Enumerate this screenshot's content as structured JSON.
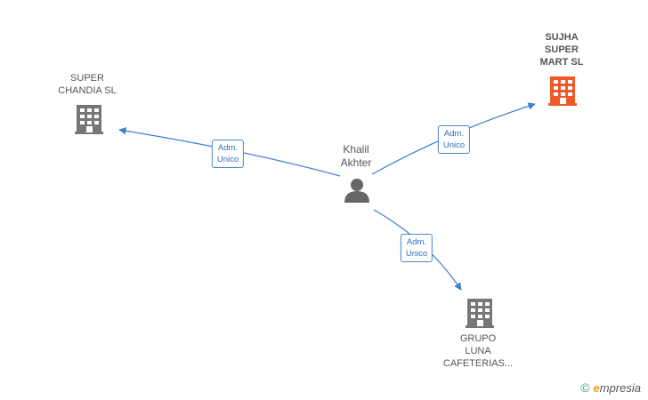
{
  "nodes": {
    "center": {
      "label": "Khalil\nAkhter"
    },
    "super_chandia": {
      "label": "SUPER\nCHANDIA  SL"
    },
    "sujha": {
      "label": "SUJHA\nSUPER\nMART  SL"
    },
    "grupo_luna": {
      "label": "GRUPO\nLUNA\nCAFETERIAS..."
    }
  },
  "edges": {
    "to_super_chandia": {
      "label": "Adm.\nUnico"
    },
    "to_sujha": {
      "label": "Adm.\nUnico"
    },
    "to_grupo_luna": {
      "label": "Adm.\nUnico"
    }
  },
  "colors": {
    "edge": "#3d7fd0",
    "company": "#777777",
    "highlight_company": "#f05a28",
    "person": "#666666"
  },
  "footer": {
    "copyright": "©",
    "brand_initial": "e",
    "brand_rest": "mpresia"
  }
}
